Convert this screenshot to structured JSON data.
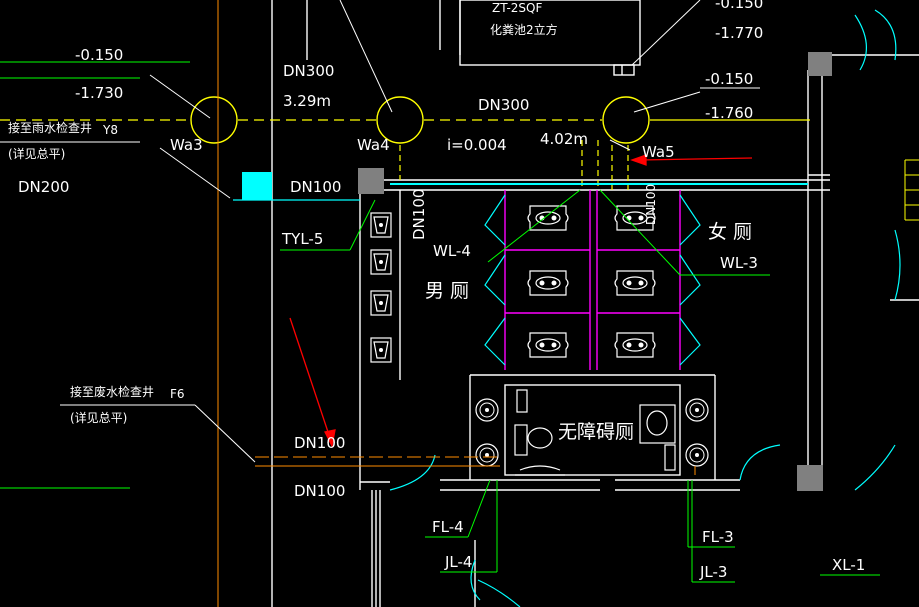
{
  "labels": {
    "top_tank_code": "ZT-2SQF",
    "top_tank_desc": "化粪池2立方",
    "top_right_a": "-0.150",
    "top_right_b": "-1.770",
    "wa5_elev_a": "-0.150",
    "wa5_elev_b": "-1.760",
    "left_elev_a": "-0.150",
    "left_elev_b": "-1.730",
    "dn300_left": "DN300",
    "dn300_left_len": "3.29m",
    "dn300_mid": "DN300",
    "slope": "i=0.004",
    "len_402": "4.02m",
    "wa3": "Wa3",
    "wa4": "Wa4",
    "wa5": "Wa5",
    "note_rain_1": "接至雨水检查井",
    "note_rain_2": "(详见总平)",
    "y8": "Y8",
    "dn200": "DN200",
    "dn100_top": "DN100",
    "tyl5": "TYL-5",
    "dn100_vert": "DN100",
    "dn100_vert_r": "DN100",
    "wl4": "WL-4",
    "wl3": "WL-3",
    "men_wc": "男 厕",
    "women_wc": "女 厕",
    "note_waste_1": "接至废水检查井",
    "note_waste_2": "(详见总平)",
    "f6": "F6",
    "dn100_low1": "DN100",
    "dn100_low2": "DN100",
    "accessible_wc": "无障碍厕",
    "fl4": "FL-4",
    "jl4": "JL-4",
    "fl3": "FL-3",
    "jl3": "JL-3",
    "xl1": "XL-1"
  },
  "colors": {
    "background": "#000000",
    "wall": "#ffffff",
    "sewer_pipe": "#ffff00",
    "water_pipe": "#ff8c00",
    "rain_pipe": "#00ffff",
    "leader": "#00ff00",
    "partition": "#ff00ff",
    "fixture": "#00ffff",
    "red_arrow": "#ff0000",
    "column": "#808080",
    "riser_box": "#00ffff"
  }
}
